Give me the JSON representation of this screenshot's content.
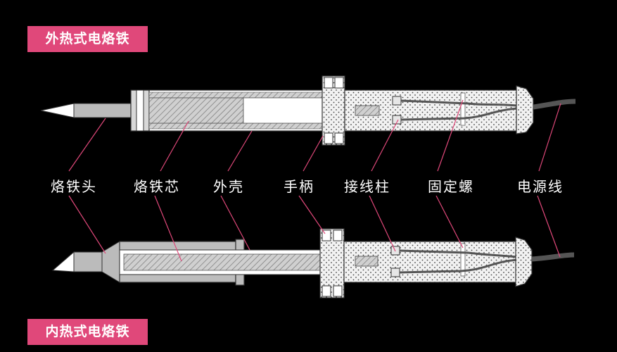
{
  "titles": {
    "external": "外热式电烙铁",
    "internal": "内热式电烙铁"
  },
  "labels": [
    "烙铁头",
    "烙铁芯",
    "外壳",
    "手柄",
    "接线柱",
    "固定螺",
    "电源线"
  ],
  "colors": {
    "background": "#000000",
    "badge": "#e0487a",
    "pointer": "#e0487a",
    "outline": "#333333",
    "tip_fill": "#bbbbbb",
    "handle_fill": "#f2f2f2",
    "cord": "#333333"
  }
}
